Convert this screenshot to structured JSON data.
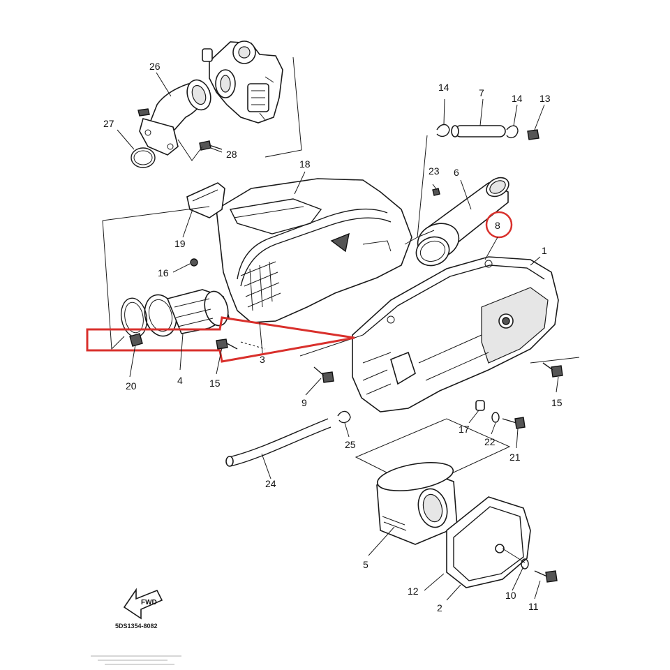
{
  "diagram": {
    "reference_code": "5DS1354-8082",
    "fwd_label": "FWD",
    "highlight_color": "#d9302c",
    "parts": [
      {
        "id": "p1",
        "label": "1"
      },
      {
        "id": "p2",
        "label": "2"
      },
      {
        "id": "p3",
        "label": "3"
      },
      {
        "id": "p4",
        "label": "4"
      },
      {
        "id": "p5",
        "label": "5"
      },
      {
        "id": "p6",
        "label": "6"
      },
      {
        "id": "p7",
        "label": "7"
      },
      {
        "id": "p8",
        "label": "8",
        "highlighted": true
      },
      {
        "id": "p9",
        "label": "9"
      },
      {
        "id": "p10",
        "label": "10"
      },
      {
        "id": "p11",
        "label": "11"
      },
      {
        "id": "p12",
        "label": "12"
      },
      {
        "id": "p13",
        "label": "13"
      },
      {
        "id": "p14a",
        "label": "14"
      },
      {
        "id": "p14b",
        "label": "14"
      },
      {
        "id": "p15a",
        "label": "15"
      },
      {
        "id": "p15b",
        "label": "15"
      },
      {
        "id": "p16",
        "label": "16"
      },
      {
        "id": "p17",
        "label": "17"
      },
      {
        "id": "p18",
        "label": "18"
      },
      {
        "id": "p19",
        "label": "19"
      },
      {
        "id": "p20",
        "label": "20"
      },
      {
        "id": "p21",
        "label": "21"
      },
      {
        "id": "p22",
        "label": "22"
      },
      {
        "id": "p23",
        "label": "23"
      },
      {
        "id": "p24",
        "label": "24"
      },
      {
        "id": "p25",
        "label": "25"
      },
      {
        "id": "p26",
        "label": "26"
      },
      {
        "id": "p27",
        "label": "27"
      },
      {
        "id": "p28",
        "label": "28"
      }
    ]
  }
}
